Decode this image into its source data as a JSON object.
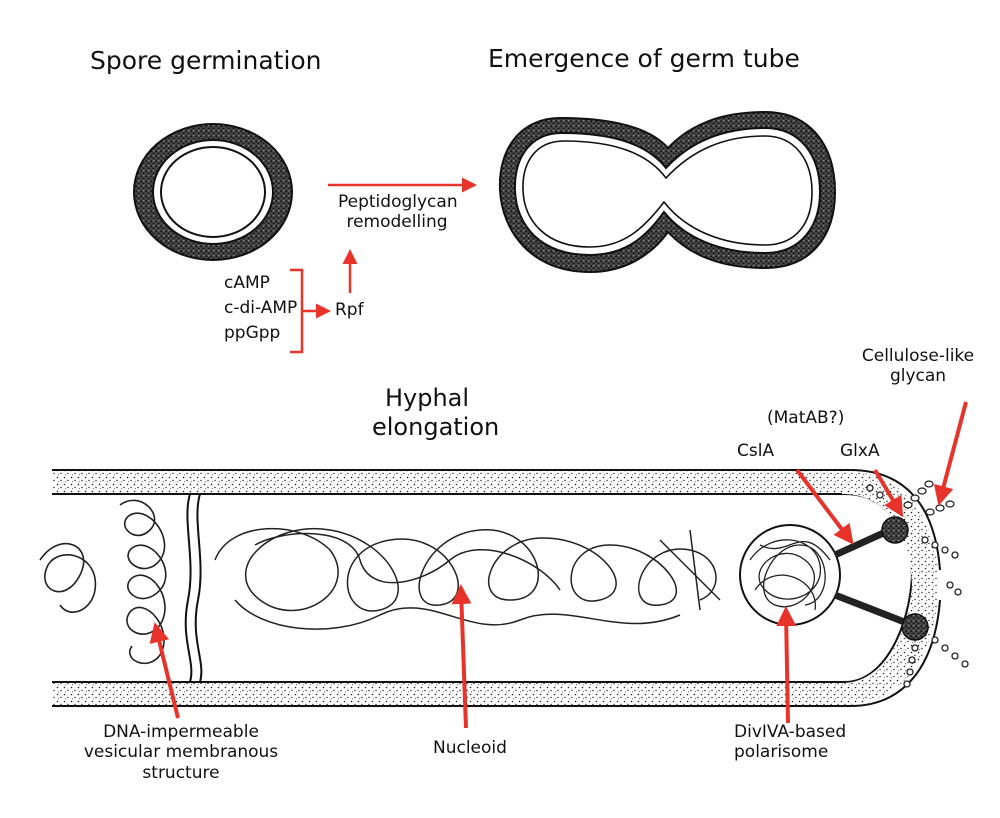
{
  "headings": {
    "spore_germination": "Spore germination",
    "germ_tube": "Emergence of germ tube",
    "hyphal_line1": "Hyphal",
    "hyphal_line2": "elongation"
  },
  "signals": {
    "camp": "cAMP",
    "cdiamp": "c-di-AMP",
    "ppgpp": "ppGpp",
    "rpf": "Rpf",
    "peptidoglycan_line1": "Peptidoglycan",
    "peptidoglycan_line2": "remodelling"
  },
  "tip_labels": {
    "cellulose_line1": "Cellulose-like",
    "cellulose_line2": "glycan",
    "matab": "(MatAB?)",
    "csla": "CslA",
    "glxa": "GlxA"
  },
  "bottom_labels": {
    "dna_line1": "DNA-impermeable",
    "dna_line2": "vesicular membranous",
    "dna_line3": "structure",
    "nucleoid": "Nucleoid",
    "divIVA_line1": "DivIVA-based",
    "divIVA_line2": "polarisome"
  },
  "colors": {
    "annotation_red": "#e8332b",
    "ink": "#1a1a1a",
    "background": "#ffffff"
  }
}
